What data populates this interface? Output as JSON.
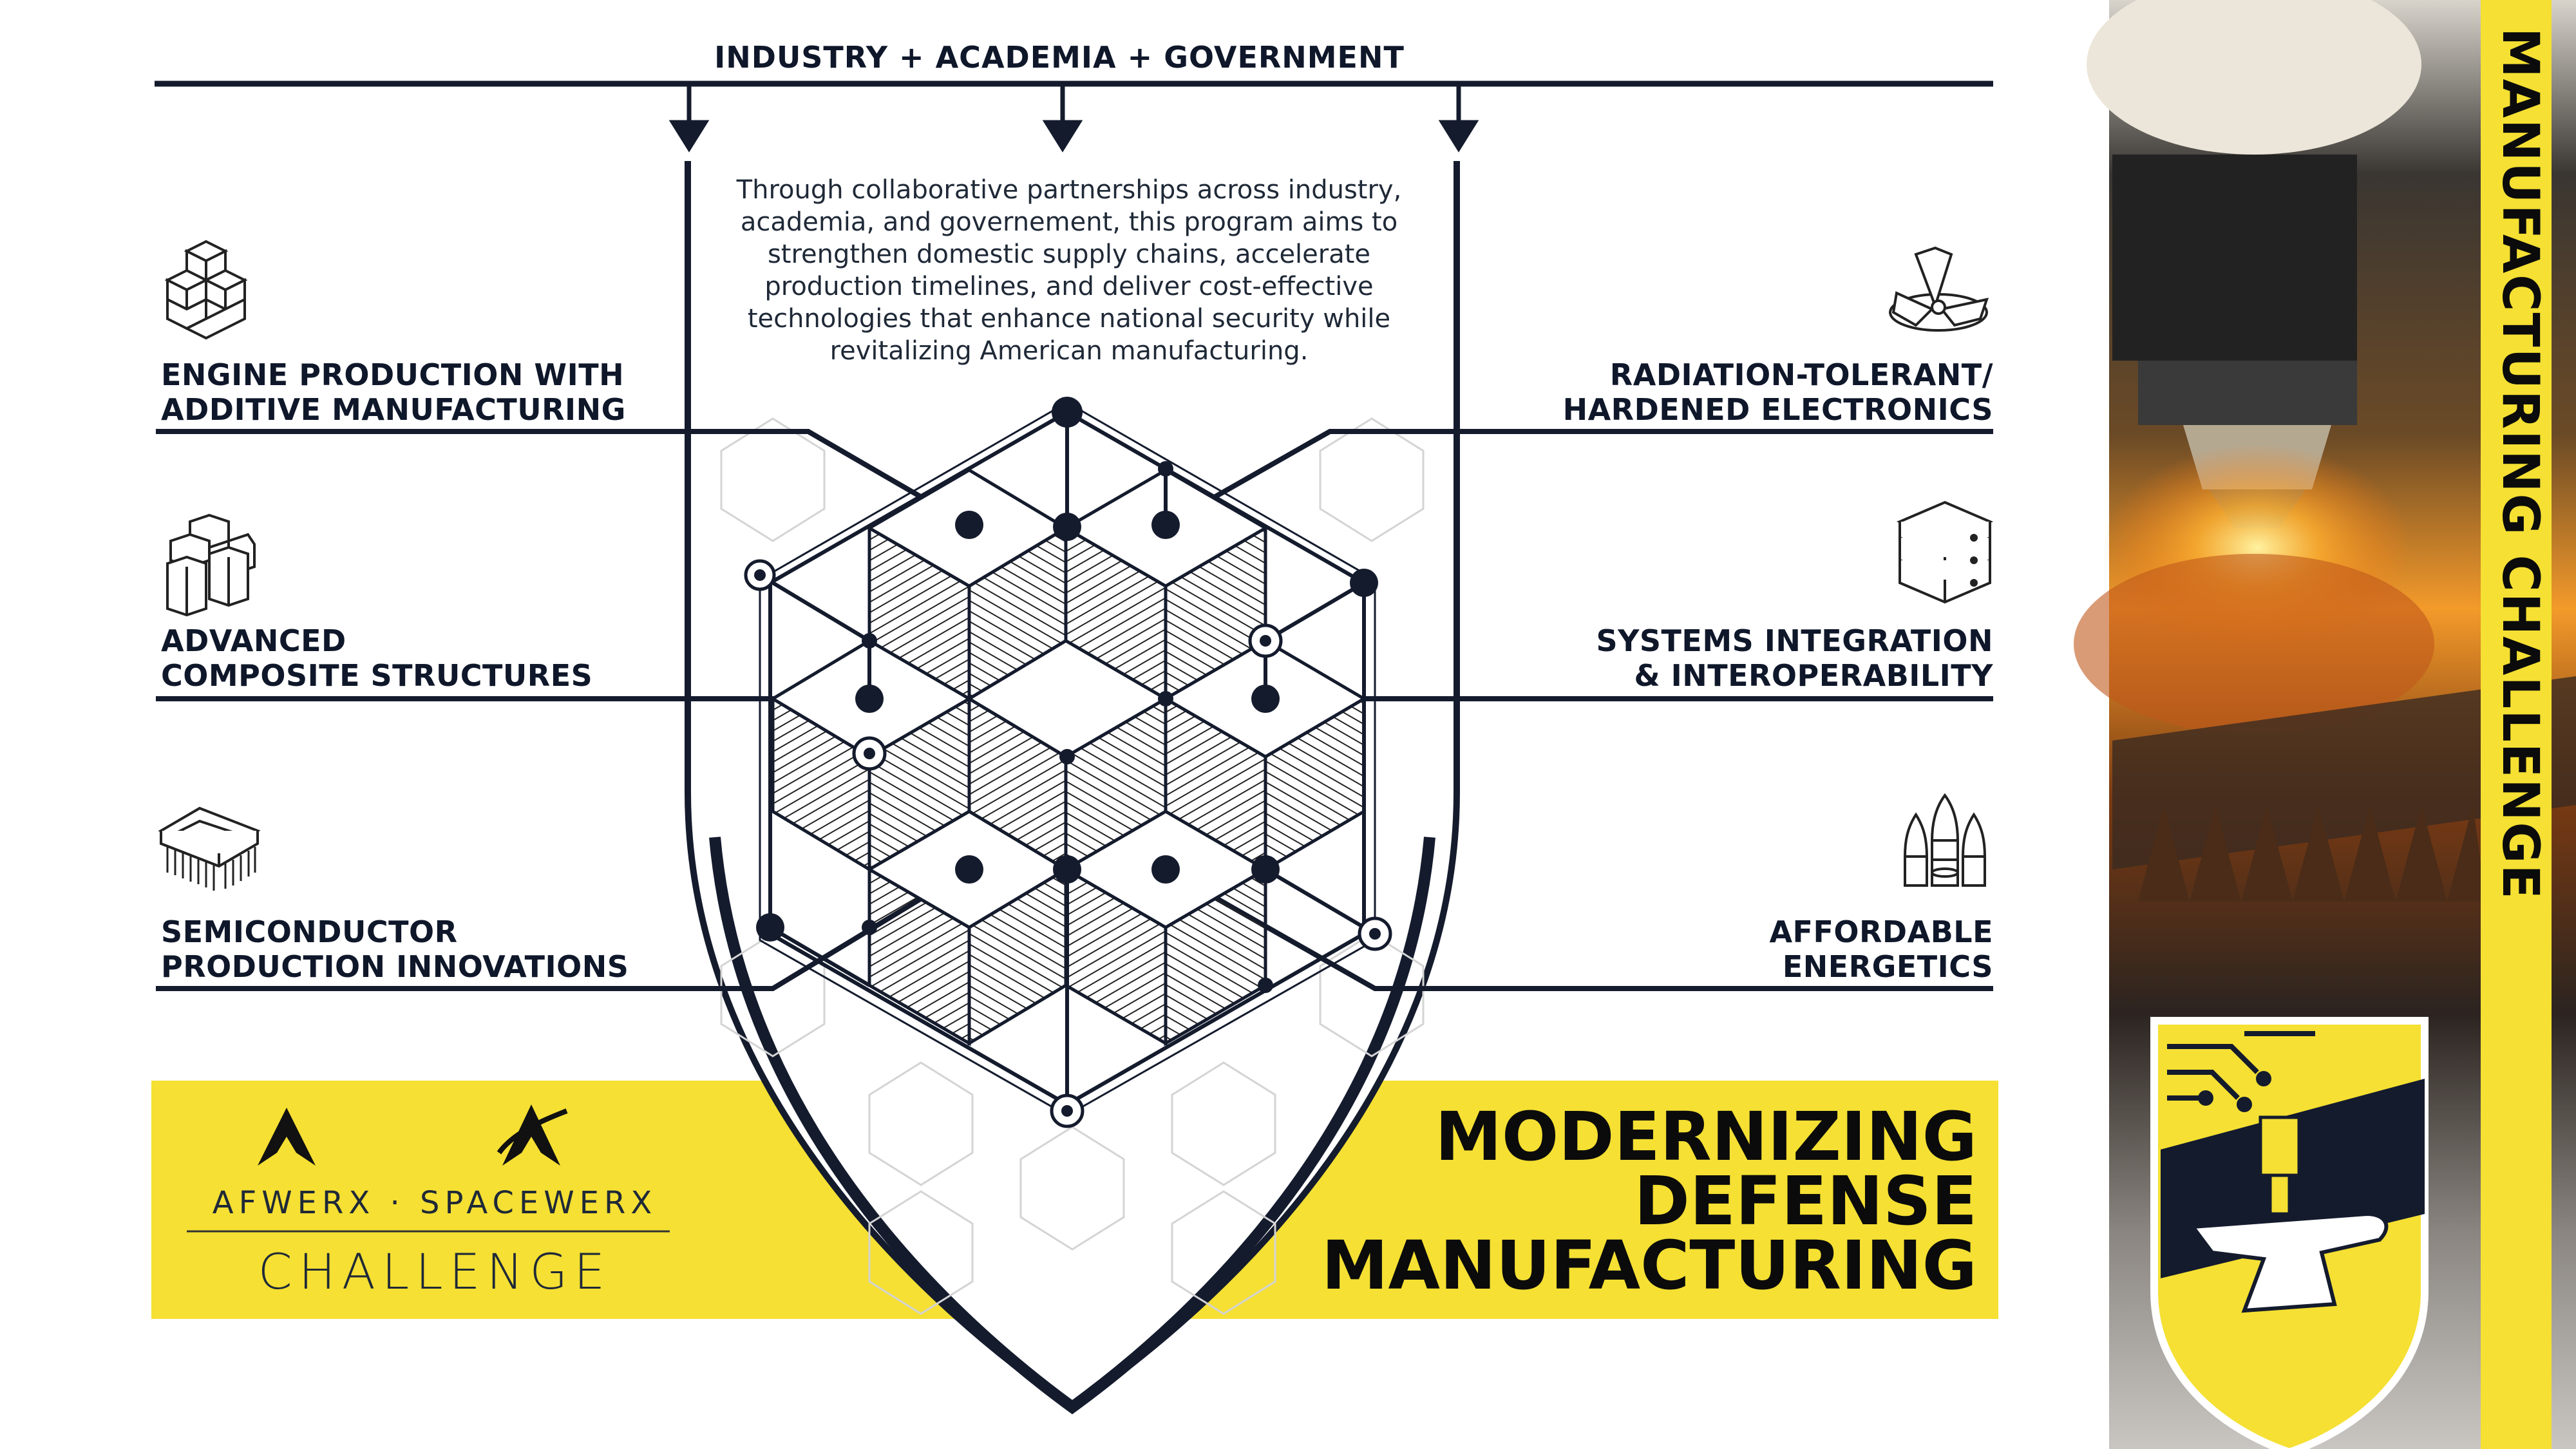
{
  "header": {
    "title": "INDUSTRY + ACADEMIA + GOVERNMENT"
  },
  "intro": {
    "text": "Through collaborative partnerships across industry, academia, and governement, this program aims to strengthen domestic supply chains, accelerate production timelines, and deliver cost-effective technologies that enhance national security while revitalizing American manufacturing."
  },
  "categories": {
    "left": [
      {
        "line1": "ENGINE PRODUCTION WITH",
        "line2": "ADDITIVE MANUFACTURING",
        "icon": "stacked-cubes-icon"
      },
      {
        "line1": "ADVANCED",
        "line2": "COMPOSITE STRUCTURES",
        "icon": "hexagon-cells-icon"
      },
      {
        "line1": "SEMICONDUCTOR",
        "line2": "PRODUCTION INNOVATIONS",
        "icon": "microchip-icon"
      }
    ],
    "right": [
      {
        "line1": "RADIATION-TOLERANT/",
        "line2": "HARDENED ELECTRONICS",
        "icon": "radiation-icon"
      },
      {
        "line1": "SYSTEMS INTEGRATION",
        "line2": "& INTEROPERABILITY",
        "icon": "server-stack-icon"
      },
      {
        "line1": "AFFORDABLE",
        "line2": "ENERGETICS",
        "icon": "munitions-icon"
      }
    ]
  },
  "banner": {
    "brand": "AFWERX · SPACEWERX",
    "challenge": "CHALLENGE",
    "title_lines": [
      "MODERNIZING",
      "DEFENSE",
      "MANUFACTURING"
    ]
  },
  "sidebar": {
    "vertical_title": "MANUFACTURING CHALLENGE"
  },
  "colors": {
    "yellow": "#f5e033",
    "navy": "#141b2d",
    "orange": "#f08a1c"
  }
}
